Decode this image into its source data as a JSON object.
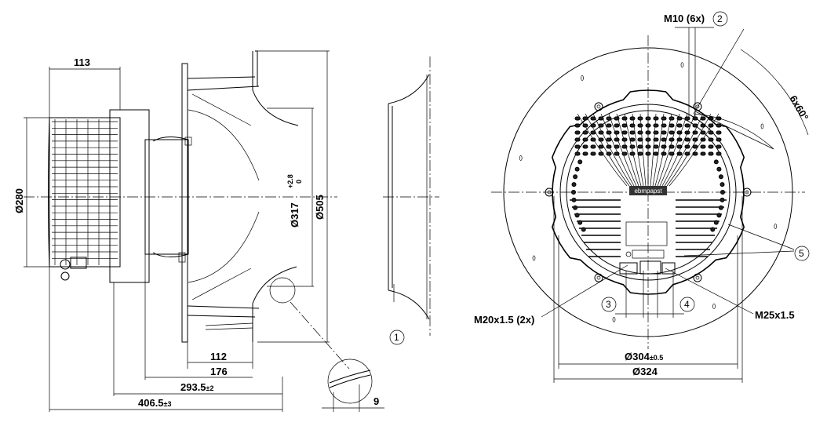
{
  "dimensions": {
    "motor_depth": "113",
    "motor_diameter": "Ø280",
    "inlet_diameter_main": "Ø317",
    "inlet_diameter_tol_upper": "+2.8",
    "inlet_diameter_tol_lower": "0",
    "impeller_diameter": "Ø505",
    "depth_112": "112",
    "depth_176": "176",
    "depth_293": "293.5",
    "depth_293_tol": "±2",
    "depth_406": "406.5",
    "depth_406_tol": "±3",
    "gap_9": "9",
    "thread_m10": "M10 (6x)",
    "bolt_angle": "6x60°",
    "cable_gland_m20": "M20x1.5 (2x)",
    "cable_gland_m25": "M25x1.5",
    "bolt_circle_304": "Ø304",
    "bolt_circle_304_tol": "±0.5",
    "flange_diameter_324": "Ø324"
  },
  "callouts": [
    "1",
    "2",
    "3",
    "4",
    "5"
  ],
  "nameplate_text": "ebmpapst"
}
